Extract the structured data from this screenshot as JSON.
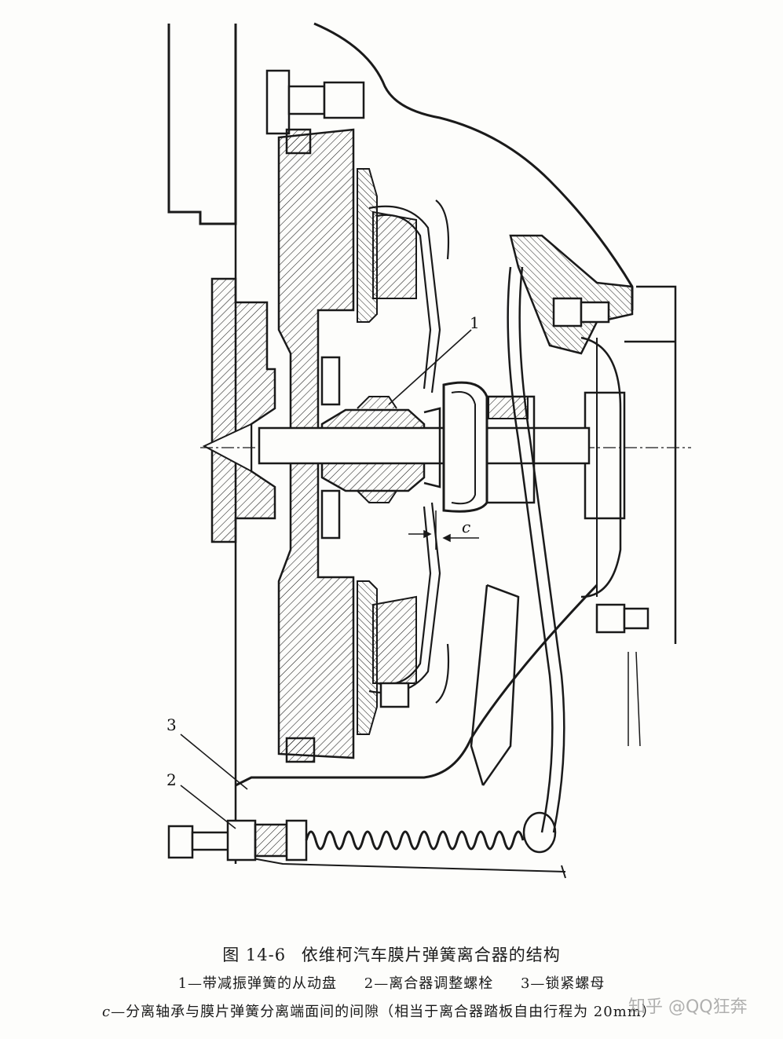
{
  "figure": {
    "title_number": "图 14-6",
    "title_text": "依维柯汽车膜片弹簧离合器的结构"
  },
  "legend": [
    {
      "key": "1",
      "text": "1—带减振弹簧的从动盘"
    },
    {
      "key": "2",
      "text": "2—离合器调整螺栓"
    },
    {
      "key": "3",
      "text": "3—锁紧螺母"
    }
  ],
  "note": {
    "symbol": "c",
    "text": "—分离轴承与膜片弹簧分离端面间的间隙（相当于离合器踏板自由行程为 20mm）"
  },
  "callouts": {
    "label_1": "1",
    "label_2": "2",
    "label_3": "3",
    "label_c": "c"
  },
  "watermark": "知乎 @QQ狂奔",
  "colors": {
    "ink": "#1a1a1a",
    "paper": "#fdfdfb",
    "watermark": "#969696"
  }
}
